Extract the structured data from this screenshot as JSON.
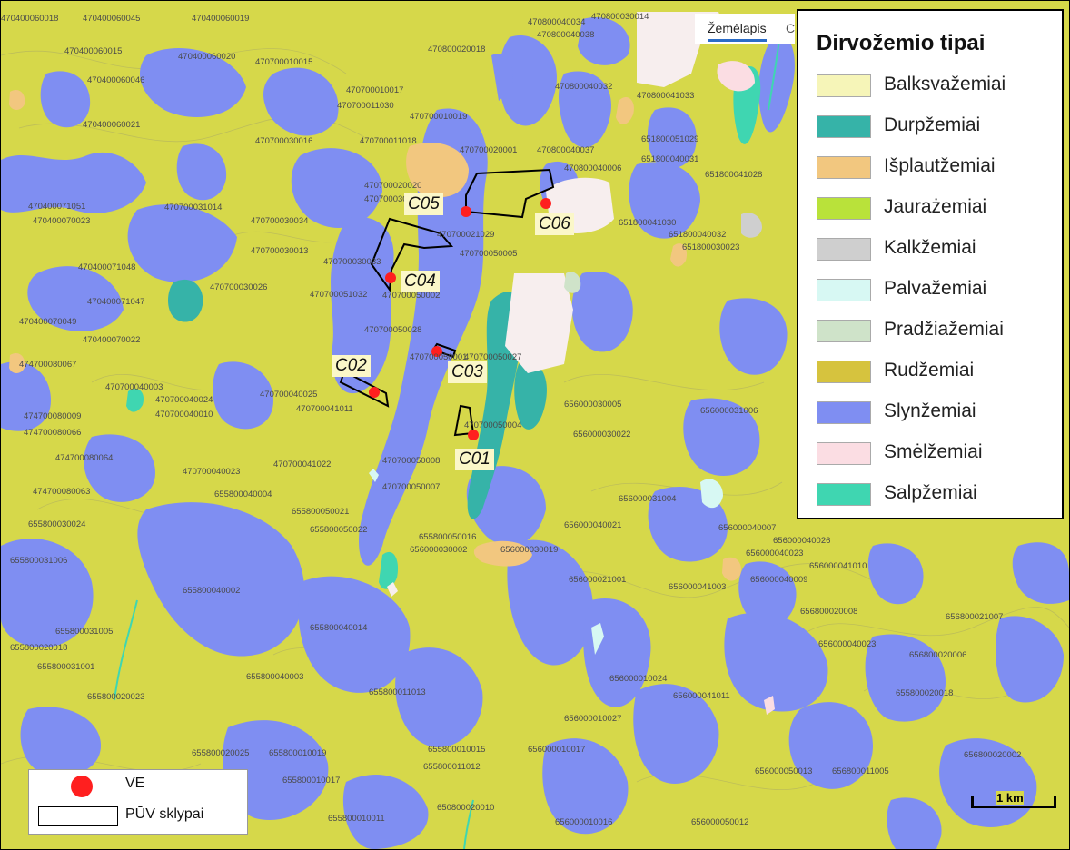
{
  "map_tab": {
    "label": "Žemėlapis",
    "extra": "C"
  },
  "legend": {
    "title": "Dirvožemio tipai",
    "items": [
      {
        "label": "Balksvažemiai",
        "color": "#f6f5b8"
      },
      {
        "label": "Durpžemiai",
        "color": "#36b3a8"
      },
      {
        "label": "Išplautžemiai",
        "color": "#f2c77f"
      },
      {
        "label": "Jaurażemiai",
        "color": "#b9e23a"
      },
      {
        "label": "Kalkžemiai",
        "color": "#cfcfcf"
      },
      {
        "label": "Palvažemiai",
        "color": "#d7f8f3"
      },
      {
        "label": "Pradžiažemiai",
        "color": "#cfe3c9"
      },
      {
        "label": "Rudžemiai",
        "color": "#d6c33e"
      },
      {
        "label": "Slynžemiai",
        "color": "#7f8ef2"
      },
      {
        "label": "Smėlžemiai",
        "color": "#fbdde3"
      },
      {
        "label": "Salpžemiai",
        "color": "#3fd6b1"
      }
    ]
  },
  "turbines": [
    {
      "id": "C01"
    },
    {
      "id": "C02"
    },
    {
      "id": "C03"
    },
    {
      "id": "C04"
    },
    {
      "id": "C05"
    },
    {
      "id": "C06"
    }
  ],
  "parcel_labels": [
    "470400060018",
    "470400060045",
    "470400060019",
    "470800040034",
    "470800030014",
    "470800040038",
    "470800020018",
    "470400060015",
    "470400060020",
    "470700010015",
    "470400060046",
    "470700010017",
    "470700011030",
    "470700010019",
    "470800040032",
    "470800041033",
    "470400060021",
    "470700030016",
    "470700011018",
    "470700020001",
    "470800040037",
    "651800051029",
    "470800040006",
    "651800040031",
    "651800041028",
    "470700020020",
    "470400071051",
    "470700030035",
    "470700031014",
    "470400070023",
    "470700030034",
    "470700021029",
    "651800041030",
    "651800040032",
    "651800030023",
    "470700030013",
    "470700050005",
    "470700030033",
    "470400071048",
    "470700030026",
    "470700051032",
    "470700050002",
    "470400071047",
    "470400070049",
    "470700050028",
    "470400070022",
    "470700050001",
    "470700050027",
    "474700080067",
    "470700040003",
    "470700040024",
    "470700040025",
    "470700041011",
    "470700040010",
    "656000030005",
    "656000031006",
    "470700050004",
    "656000030022",
    "474700080009",
    "474700080066",
    "474700080064",
    "470700040023",
    "470700041022",
    "470700050008",
    "470700050007",
    "474700080063",
    "655800040004",
    "655800050021",
    "656000031004",
    "655800030024",
    "655800050022",
    "656000040021",
    "656000040007",
    "655800050016",
    "656000030002",
    "656000030019",
    "656000040026",
    "656000040023",
    "656000041010",
    "655800031006",
    "656000021001",
    "656000041003",
    "656000040009",
    "655800040002",
    "655800031005",
    "655800040014",
    "656800020008",
    "656800021007",
    "655800020018",
    "656000040023",
    "655800031001",
    "655800040003",
    "655800020023",
    "655800011013",
    "656000010024",
    "656000041011",
    "655800020018",
    "656800020006",
    "656000010027",
    "655800020025",
    "655800010019",
    "655800010015",
    "656000010017",
    "655800011012",
    "655800010017",
    "656000050013",
    "656800011005",
    "656800020002",
    "655800010011",
    "650800020010",
    "656000010016",
    "656000050012"
  ],
  "key": {
    "ve_label": "VE",
    "puv_label": "PŪV sklypai"
  },
  "scale": {
    "label": "1 km"
  }
}
